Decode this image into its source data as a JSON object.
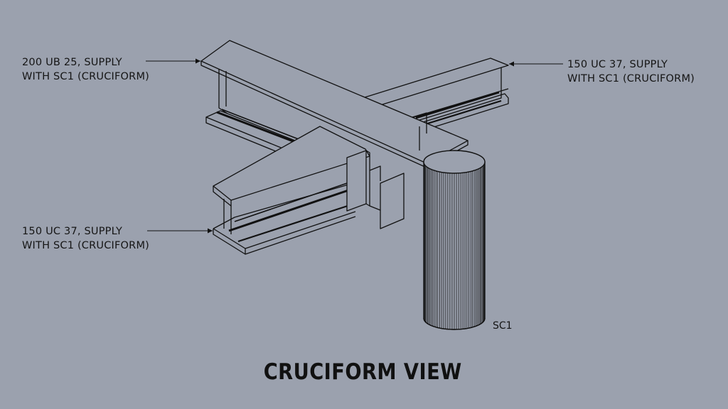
{
  "title": "CRUCIFORM VIEW",
  "callouts": {
    "top_left": [
      "200 UB 25, SUPPLY",
      "WITH SC1 (CRUCIFORM)"
    ],
    "top_right": [
      "150 UC 37, SUPPLY",
      "WITH SC1 (CRUCIFORM)"
    ],
    "bottom_left": [
      "150 UC 37, SUPPLY",
      "WITH SC1 (CRUCIFORM)"
    ]
  },
  "column_label": "SC1",
  "colors": {
    "background": "#9ba1ae",
    "line": "#111111",
    "text": "#151515"
  }
}
